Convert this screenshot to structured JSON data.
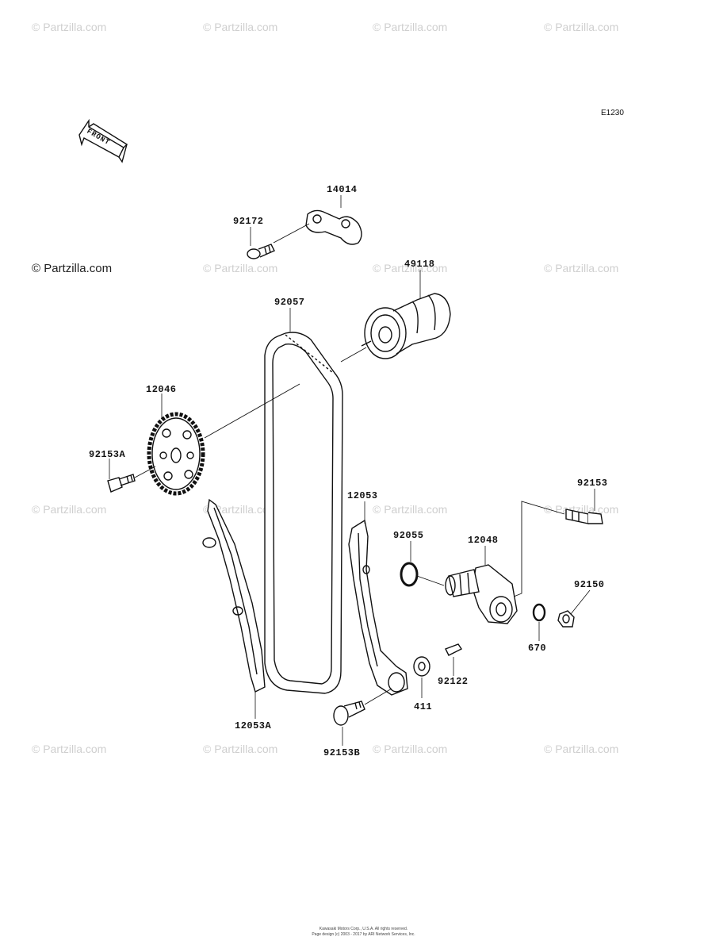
{
  "watermark_text": "© Partzilla.com",
  "diagram_code": "E1230",
  "front_label": "FRONT",
  "parts": {
    "p14014": "14014",
    "p92172": "92172",
    "p49118": "49118",
    "p92057": "92057",
    "p12046": "12046",
    "p92153A": "92153A",
    "p12053": "12053",
    "p92153": "92153",
    "p92055": "92055",
    "p12048": "12048",
    "p92150": "92150",
    "p670": "670",
    "p92122": "92122",
    "p411": "411",
    "p12053A": "12053A",
    "p92153B": "92153B"
  },
  "footer": {
    "line1": "Kawasaki Motors Corp., U.S.A. All rights reserved.",
    "line2": "Page design (c) 2003 - 2017 by ARI Network Services, Inc."
  }
}
